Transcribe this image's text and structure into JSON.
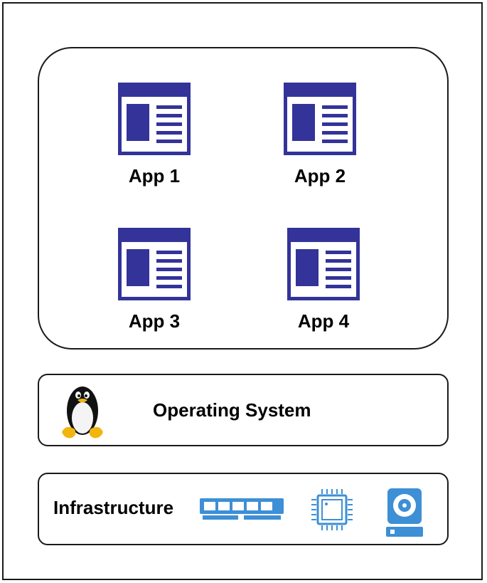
{
  "apps": [
    {
      "label": "App 1"
    },
    {
      "label": "App 2"
    },
    {
      "label": "App 3"
    },
    {
      "label": "App 4"
    }
  ],
  "os": {
    "label": "Operating System",
    "icon": "linux-penguin-icon"
  },
  "infrastructure": {
    "label": "Infrastructure",
    "icons": [
      "memory-ram-icon",
      "cpu-chip-icon",
      "hard-disk-icon"
    ]
  },
  "colors": {
    "app_icon": "#33339a",
    "infra_icon": "#3d8fd6",
    "border": "#1a1a1a"
  }
}
